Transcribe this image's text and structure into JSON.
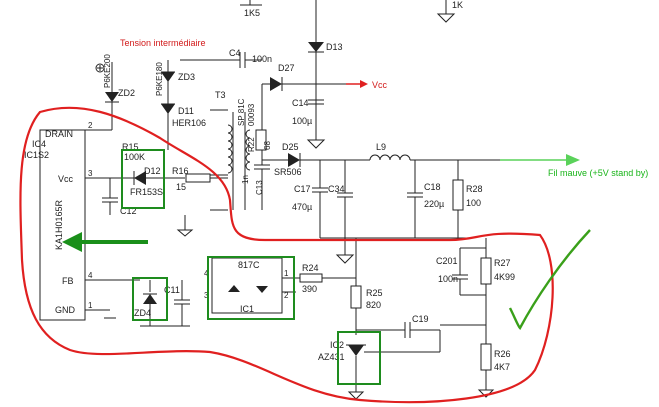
{
  "labels": {
    "r_1k5": "1K5",
    "r_1k": "1K",
    "tension": "Tension intermédiaire",
    "c4": "C4",
    "c4_val": "100n",
    "d13": "D13",
    "d27": "D27",
    "vcc_out": "Vcc",
    "c14": "C14",
    "c14_val": "100µ",
    "zd1_val": "P6KE200",
    "zd2": "ZD2",
    "zd3_val": "P6KE180",
    "zd3": "ZD3",
    "d11": "D11",
    "d11_val": "HER106",
    "t3": "T3",
    "t3_part": "SP 81C",
    "t3_code": "00093",
    "r22": "R22",
    "r22_val": "68",
    "c13_val": "1n",
    "c13": "C13",
    "d25": "D25",
    "d25_val": "SR506",
    "l9": "L9",
    "out_label": "Fil mauve (+5V stand by)",
    "c17": "C17",
    "c17_val": "470µ",
    "c34": "C34",
    "c18": "C18",
    "c18_val": "220µ",
    "r28": "R28",
    "r28_val": "100",
    "ic_ref_a": "IC4",
    "ic_ref_b": "IC1S2",
    "ic_part": "KA1H0165R",
    "pin_drain": "DRAIN",
    "pin_vcc": "Vcc",
    "pin_fb": "FB",
    "pin_gnd": "GND",
    "pin2": "2",
    "pin3": "3",
    "pin4": "4",
    "pin1": "1",
    "r15": "R15",
    "r15_val": "100K",
    "d12": "D12",
    "d12_val": "FR153S",
    "r16": "R16",
    "r16_val": "15",
    "c12": "C12",
    "opto_part": "817C",
    "opto_ref": "IC1",
    "opto_p1": "1",
    "opto_p2": "2",
    "opto_p3": "3",
    "opto_p4": "4",
    "r24": "R24",
    "r24_val": "390",
    "c11": "C11",
    "zd4": "ZD4",
    "r25": "R25",
    "r25_val": "820",
    "c19": "C19",
    "ic2": "IC2",
    "ic2_val": "AZ431",
    "c201": "C201",
    "c201_val": "100n",
    "r27": "R27",
    "r27_val": "4K99",
    "r26": "R26",
    "r26_val": "4K7"
  },
  "colors": {
    "wire": "#222222",
    "red_outline": "#e02020",
    "green_highlight": "#1e8c1e",
    "output_arrow": "#5ad25a",
    "feedback_arrow": "#1a8f1a",
    "check_mark": "#3aa01a"
  }
}
